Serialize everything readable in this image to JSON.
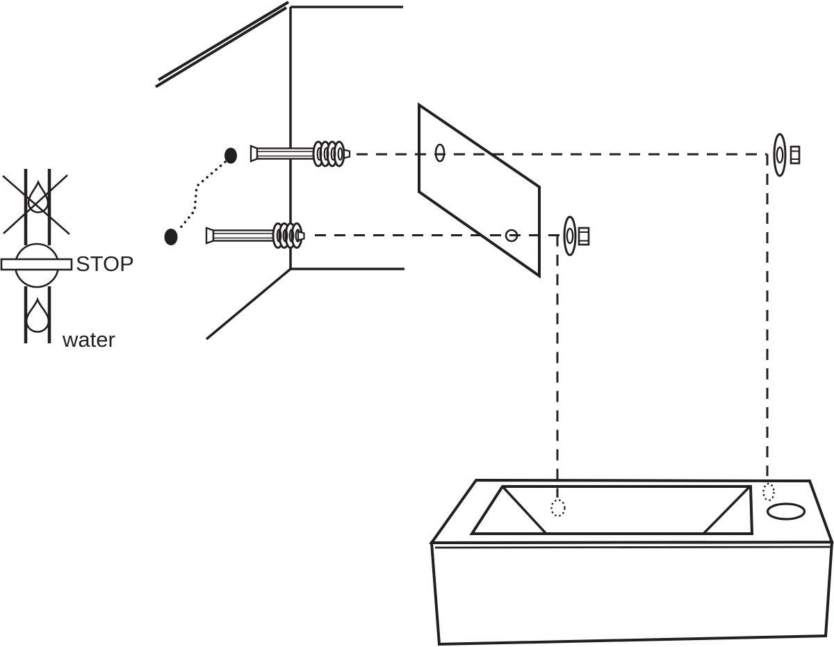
{
  "diagram": {
    "kind": "wash-basin wall installation exploded diagram",
    "labels": {
      "stop": "STOP",
      "water": "water"
    },
    "colors": {
      "ink": "#231f20",
      "background": "#ffffff"
    },
    "components": [
      "stop-water-valve-symbol",
      "wall-corner",
      "drill-hole-markers",
      "wall-plug-top-with-screw",
      "wall-plug-bottom-with-screw",
      "mounting-plate-with-holes",
      "washer-and-nut-top",
      "washer-and-nut-bottom",
      "alignment-dashed-lines",
      "wash-basin-with-tap-hole"
    ]
  }
}
